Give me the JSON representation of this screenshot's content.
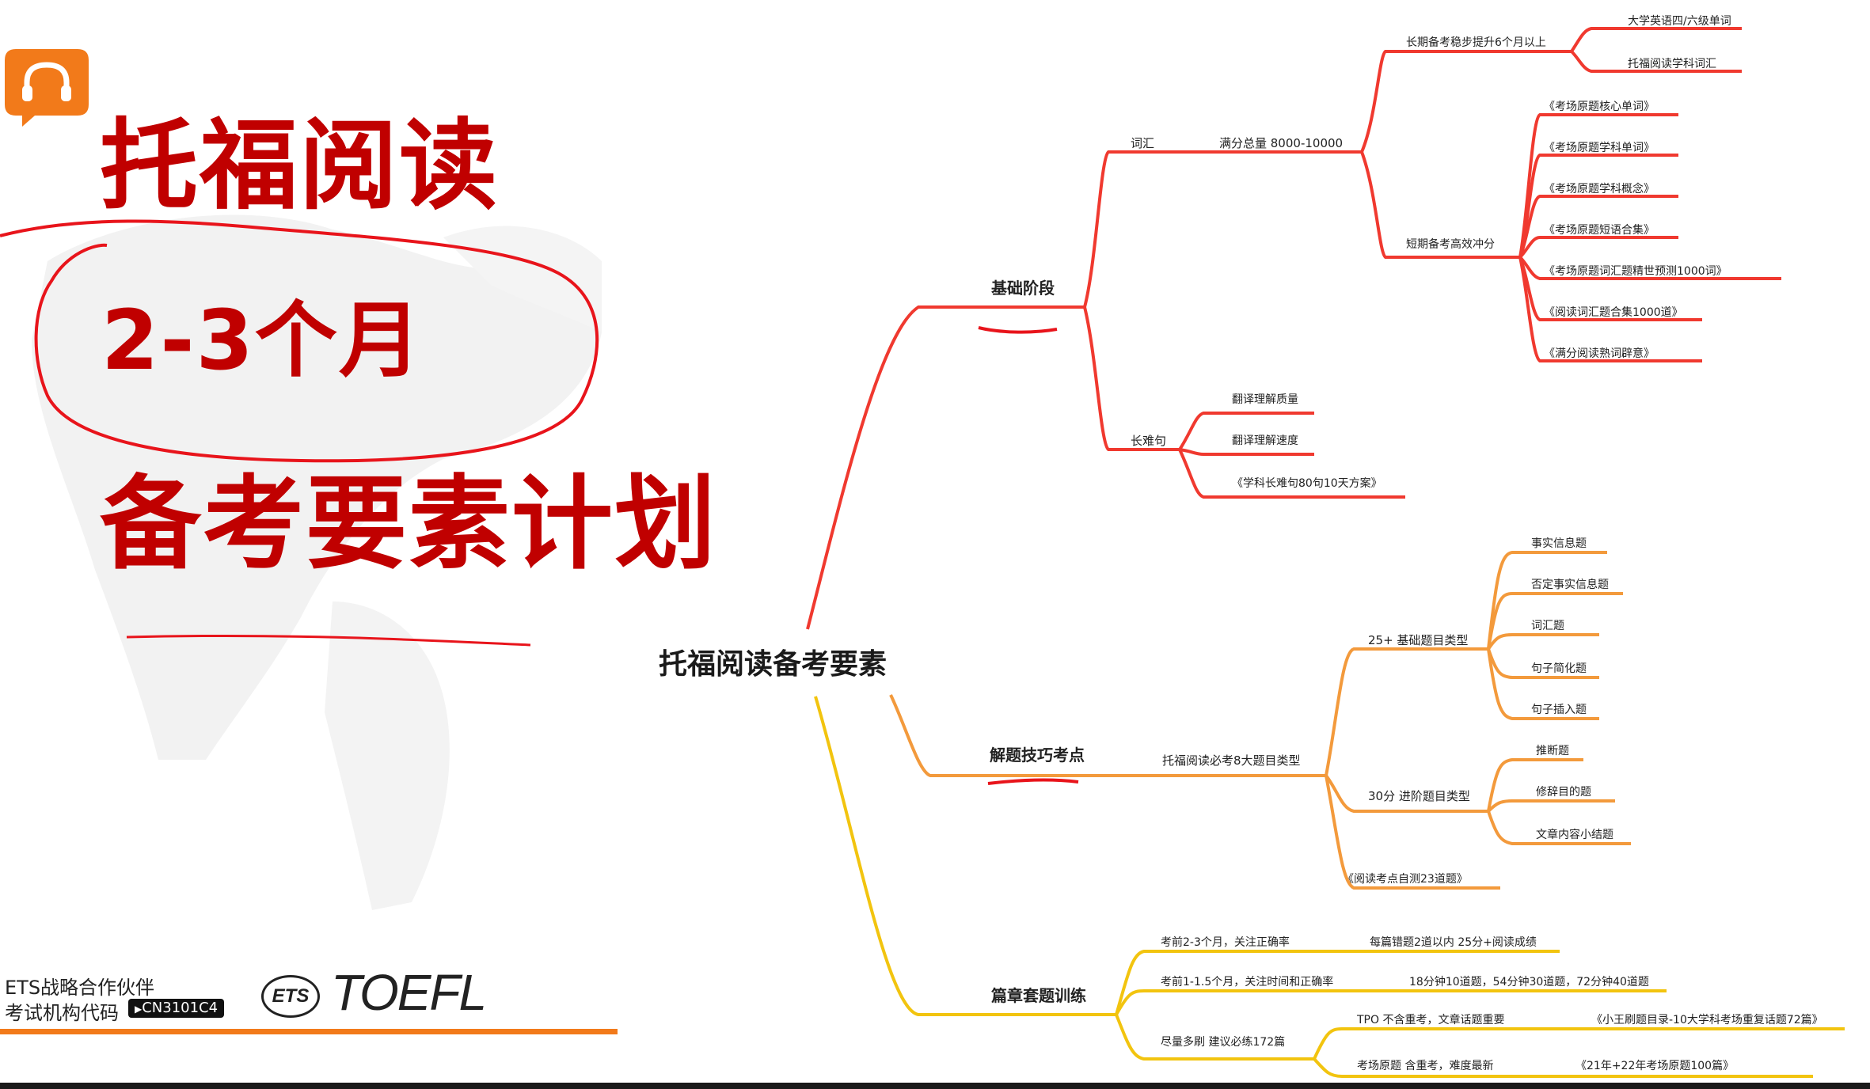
{
  "slide": {
    "title_line1": "托福阅读",
    "title_line2": "2-3个月",
    "title_line3": "备考要素计划",
    "partner_line1": "ETS战略合作伙伴",
    "partner_line2": "考试机构代码",
    "code_badge": "CN3101C4",
    "ets_logo": "ETS",
    "toefl_logo": "TOEFL",
    "brand_color": "#c00000",
    "logo_icon": "headset-chat-icon"
  },
  "mindmap": {
    "root": "托福阅读备考要素",
    "colors": {
      "red": "#f0392f",
      "orange": "#f39a3c",
      "yellow": "#f2c40f"
    },
    "b1": {
      "label": "基础阶段",
      "vocab": "词汇",
      "vocab_total": "满分总量 8000-10000",
      "long_term": "长期备考稳步提升6个月以上",
      "long_items": [
        "大学英语四/六级单词",
        "托福阅读学科词汇"
      ],
      "short_term": "短期备考高效冲分",
      "short_items": [
        "《考场原题核心单词》",
        "《考场原题学科单词》",
        "《考场原题学科概念》",
        "《考场原题短语合集》",
        "《考场原题词汇题精世预测1000词》",
        "《阅读词汇题合集1000道》",
        "《满分阅读熟词辟意》"
      ],
      "long_sentence": "长难句",
      "ls_items": [
        "翻译理解质量",
        "翻译理解速度",
        "《学科长难句80句10天方案》"
      ]
    },
    "b2": {
      "label": "解题技巧考点",
      "types": "托福阅读必考8大题目类型",
      "basic": "25+ 基础题目类型",
      "basic_items": [
        "事实信息题",
        "否定事实信息题",
        "词汇题",
        "句子简化题",
        "句子插入题"
      ],
      "advanced": "30分 进阶题目类型",
      "adv_items": [
        "推断题",
        "修辞目的题",
        "文章内容小结题"
      ],
      "book": "《阅读考点自测23道题》"
    },
    "b3": {
      "label": "篇章套题训练",
      "items": [
        "考前2-3个月，关注正确率",
        "考前1-1.5个月，关注时间和正确率",
        "尽量多刷 建议必练172篇"
      ],
      "i1_detail": "每篇错题2道以内 25分+阅读成绩",
      "i2_detail": "18分钟10道题，54分钟30道题，72分钟40道题",
      "tpo": "TPO 不含重考，文章话题重要",
      "tpo_detail": "《小王刷题目录-10大学科考场重复话题72篇》",
      "real": "考场原题 含重考，难度最新",
      "real_detail": "《21年+22年考场原题100篇》"
    }
  }
}
